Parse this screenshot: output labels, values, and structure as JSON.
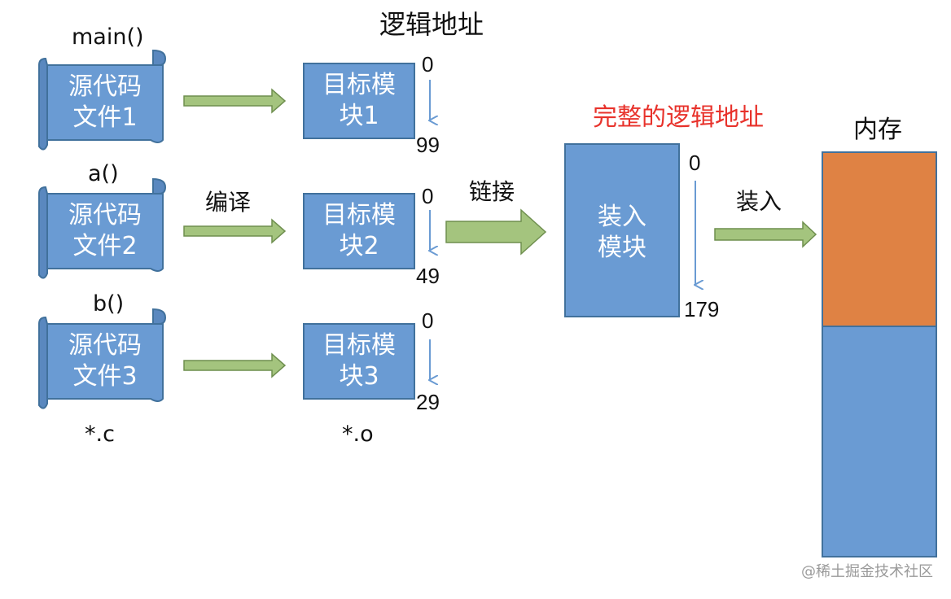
{
  "title": "逻辑地址",
  "source_files": [
    {
      "func": "main()",
      "label": "源代码\n文件1"
    },
    {
      "func": "a()",
      "label": "源代码\n文件2"
    },
    {
      "func": "b()",
      "label": "源代码\n文件3"
    }
  ],
  "object_modules": [
    {
      "label": "目标模\n块1",
      "start": "0",
      "end": "99"
    },
    {
      "label": "目标模\n块2",
      "start": "0",
      "end": "49"
    },
    {
      "label": "目标模\n块3",
      "start": "0",
      "end": "29"
    }
  ],
  "compile_label": "编译",
  "source_ext": "*.c",
  "object_ext": "*.o",
  "link_label": "链接",
  "full_logical_label": "完整的逻辑地址",
  "load_module": {
    "label": "装入\n模块",
    "start": "0",
    "end": "179"
  },
  "load_label": "装入",
  "memory_label": "内存",
  "watermark": "@稀土掘金技术社区",
  "colors": {
    "box_fill": "#6a9bd3",
    "box_stroke": "#41719c",
    "arrow_fill": "#a4c47e",
    "arrow_stroke": "#6f8f4f",
    "address_arrow": "#6a9bd3",
    "highlight_text": "#e8322b",
    "memory_used": "#df8244",
    "memory_free": "#6a9bd3"
  }
}
